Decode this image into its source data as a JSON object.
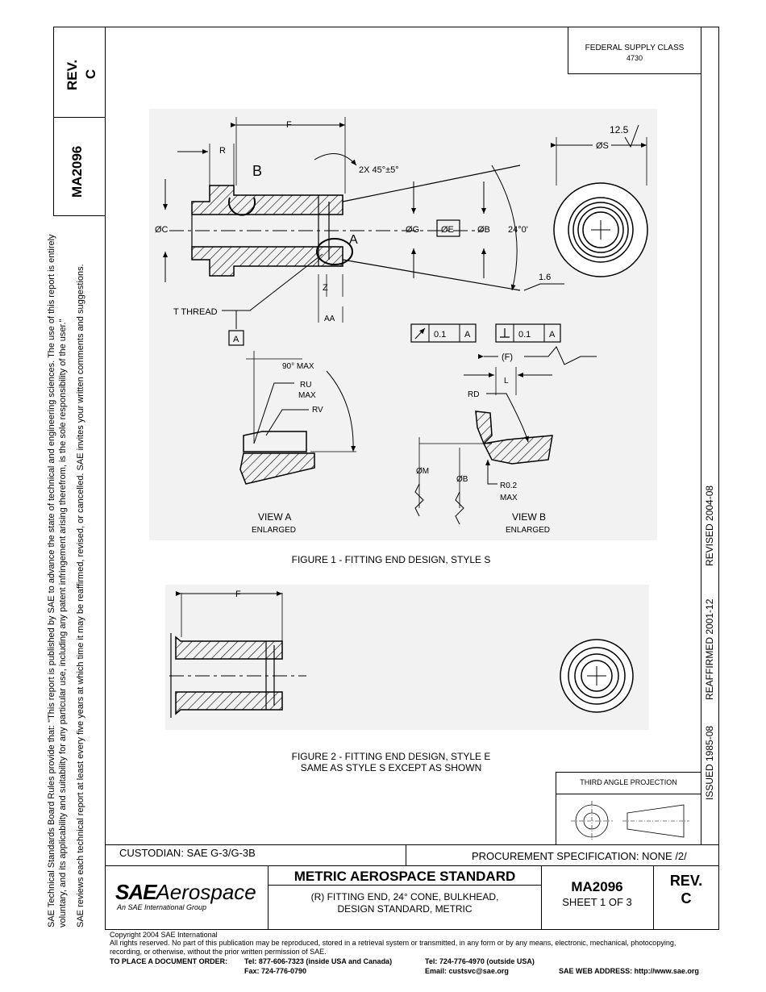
{
  "header": {
    "federal_supply_class": "FEDERAL SUPPLY CLASS",
    "federal_supply_number": "4730"
  },
  "left_strip": {
    "rev_label": "REV.",
    "rev_value": "C",
    "doc_number": "MA2096",
    "disclaimer_line1": "SAE Technical Standards Board Rules provide that: \"This report is published by SAE to advance the state of technical and engineering sciences. The use of this report is entirely",
    "disclaimer_line2": "voluntary, and its applicability and suitability for any particular use, including any patent infringement arising therefrom, is the sole responsibility of the user.\"",
    "disclaimer_line3": "SAE reviews each technical report at least every five years at which time it may be reaffirmed, revised, or cancelled. SAE invites your written comments and suggestions."
  },
  "right_strip": {
    "revised": "REVISED 2004-08",
    "reaffirmed": "REAFFIRMED 2001-12",
    "issued": "ISSUED 1985-08"
  },
  "figure1": {
    "caption": "FIGURE 1 - FITTING END DESIGN, STYLE S",
    "labels": {
      "F": "F",
      "R": "R",
      "B": "B",
      "chamfer": "2X 45°±5°",
      "C": "ØC",
      "G": "ØG",
      "E": "ØE",
      "B_dia": "ØB",
      "angle": "24°0'",
      "A": "A",
      "S": "ØS",
      "finish_125": "12.5",
      "finish_16": "1.6",
      "T_thread": "T THREAD",
      "Z": "Z",
      "AA": "AA",
      "datum_A": "A",
      "tol_runout": "0.1",
      "tol_runout_datum": "A",
      "tol_perp": "0.1",
      "tol_perp_datum": "A",
      "F_ref": "(F)",
      "view_a_90": "90° MAX",
      "view_a_RU": "RU",
      "view_a_RU_max": "MAX",
      "view_a_RV": "RV",
      "view_a_title": "VIEW A",
      "view_a_sub": "ENLARGED",
      "view_b_L": "L",
      "view_b_RD": "RD",
      "view_b_M": "ØM",
      "view_b_B": "ØB",
      "view_b_R02": "R0.2",
      "view_b_R02_max": "MAX",
      "view_b_title": "VIEW B",
      "view_b_sub": "ENLARGED"
    }
  },
  "figure2": {
    "caption_line1": "FIGURE 2 - FITTING END DESIGN, STYLE E",
    "caption_line2": "SAME AS STYLE S EXCEPT AS SHOWN",
    "label_F": "F"
  },
  "projection": {
    "title": "THIRD ANGLE PROJECTION"
  },
  "info_bar": {
    "custodian": "CUSTODIAN: SAE G-3/G-3B",
    "procurement": "PROCUREMENT SPECIFICATION: NONE /2/"
  },
  "title_block": {
    "logo_main": "Aerospace",
    "logo_sae": "SAE",
    "logo_sub": "An SAE International Group",
    "standard_title": "METRIC AEROSPACE STANDARD",
    "subtitle_line1": "(R)  FITTING END, 24° CONE, BULKHEAD,",
    "subtitle_line2": "DESIGN STANDARD, METRIC",
    "doc_number": "MA2096",
    "sheet": "SHEET 1 OF 3",
    "rev_label": "REV.",
    "rev_value": "C"
  },
  "footer": {
    "copyright": "Copyright 2004 SAE International",
    "rights_line1": "All rights reserved. No part of this publication may be reproduced, stored in a retrieval system or transmitted, in any form or by any means, electronic, mechanical, photocopying,",
    "rights_line2": "recording, or otherwise, without the prior written permission of SAE.",
    "order_label": "TO PLACE A DOCUMENT ORDER:",
    "tel_usa": "Tel: 877-606-7323 (inside USA and Canada)",
    "fax": "Fax: 724-776-0790",
    "tel_outside": "Tel: 724-776-4970 (outside USA)",
    "email": "Email:  custsvc@sae.org",
    "web": "SAE WEB ADDRESS: http://www.sae.org"
  }
}
